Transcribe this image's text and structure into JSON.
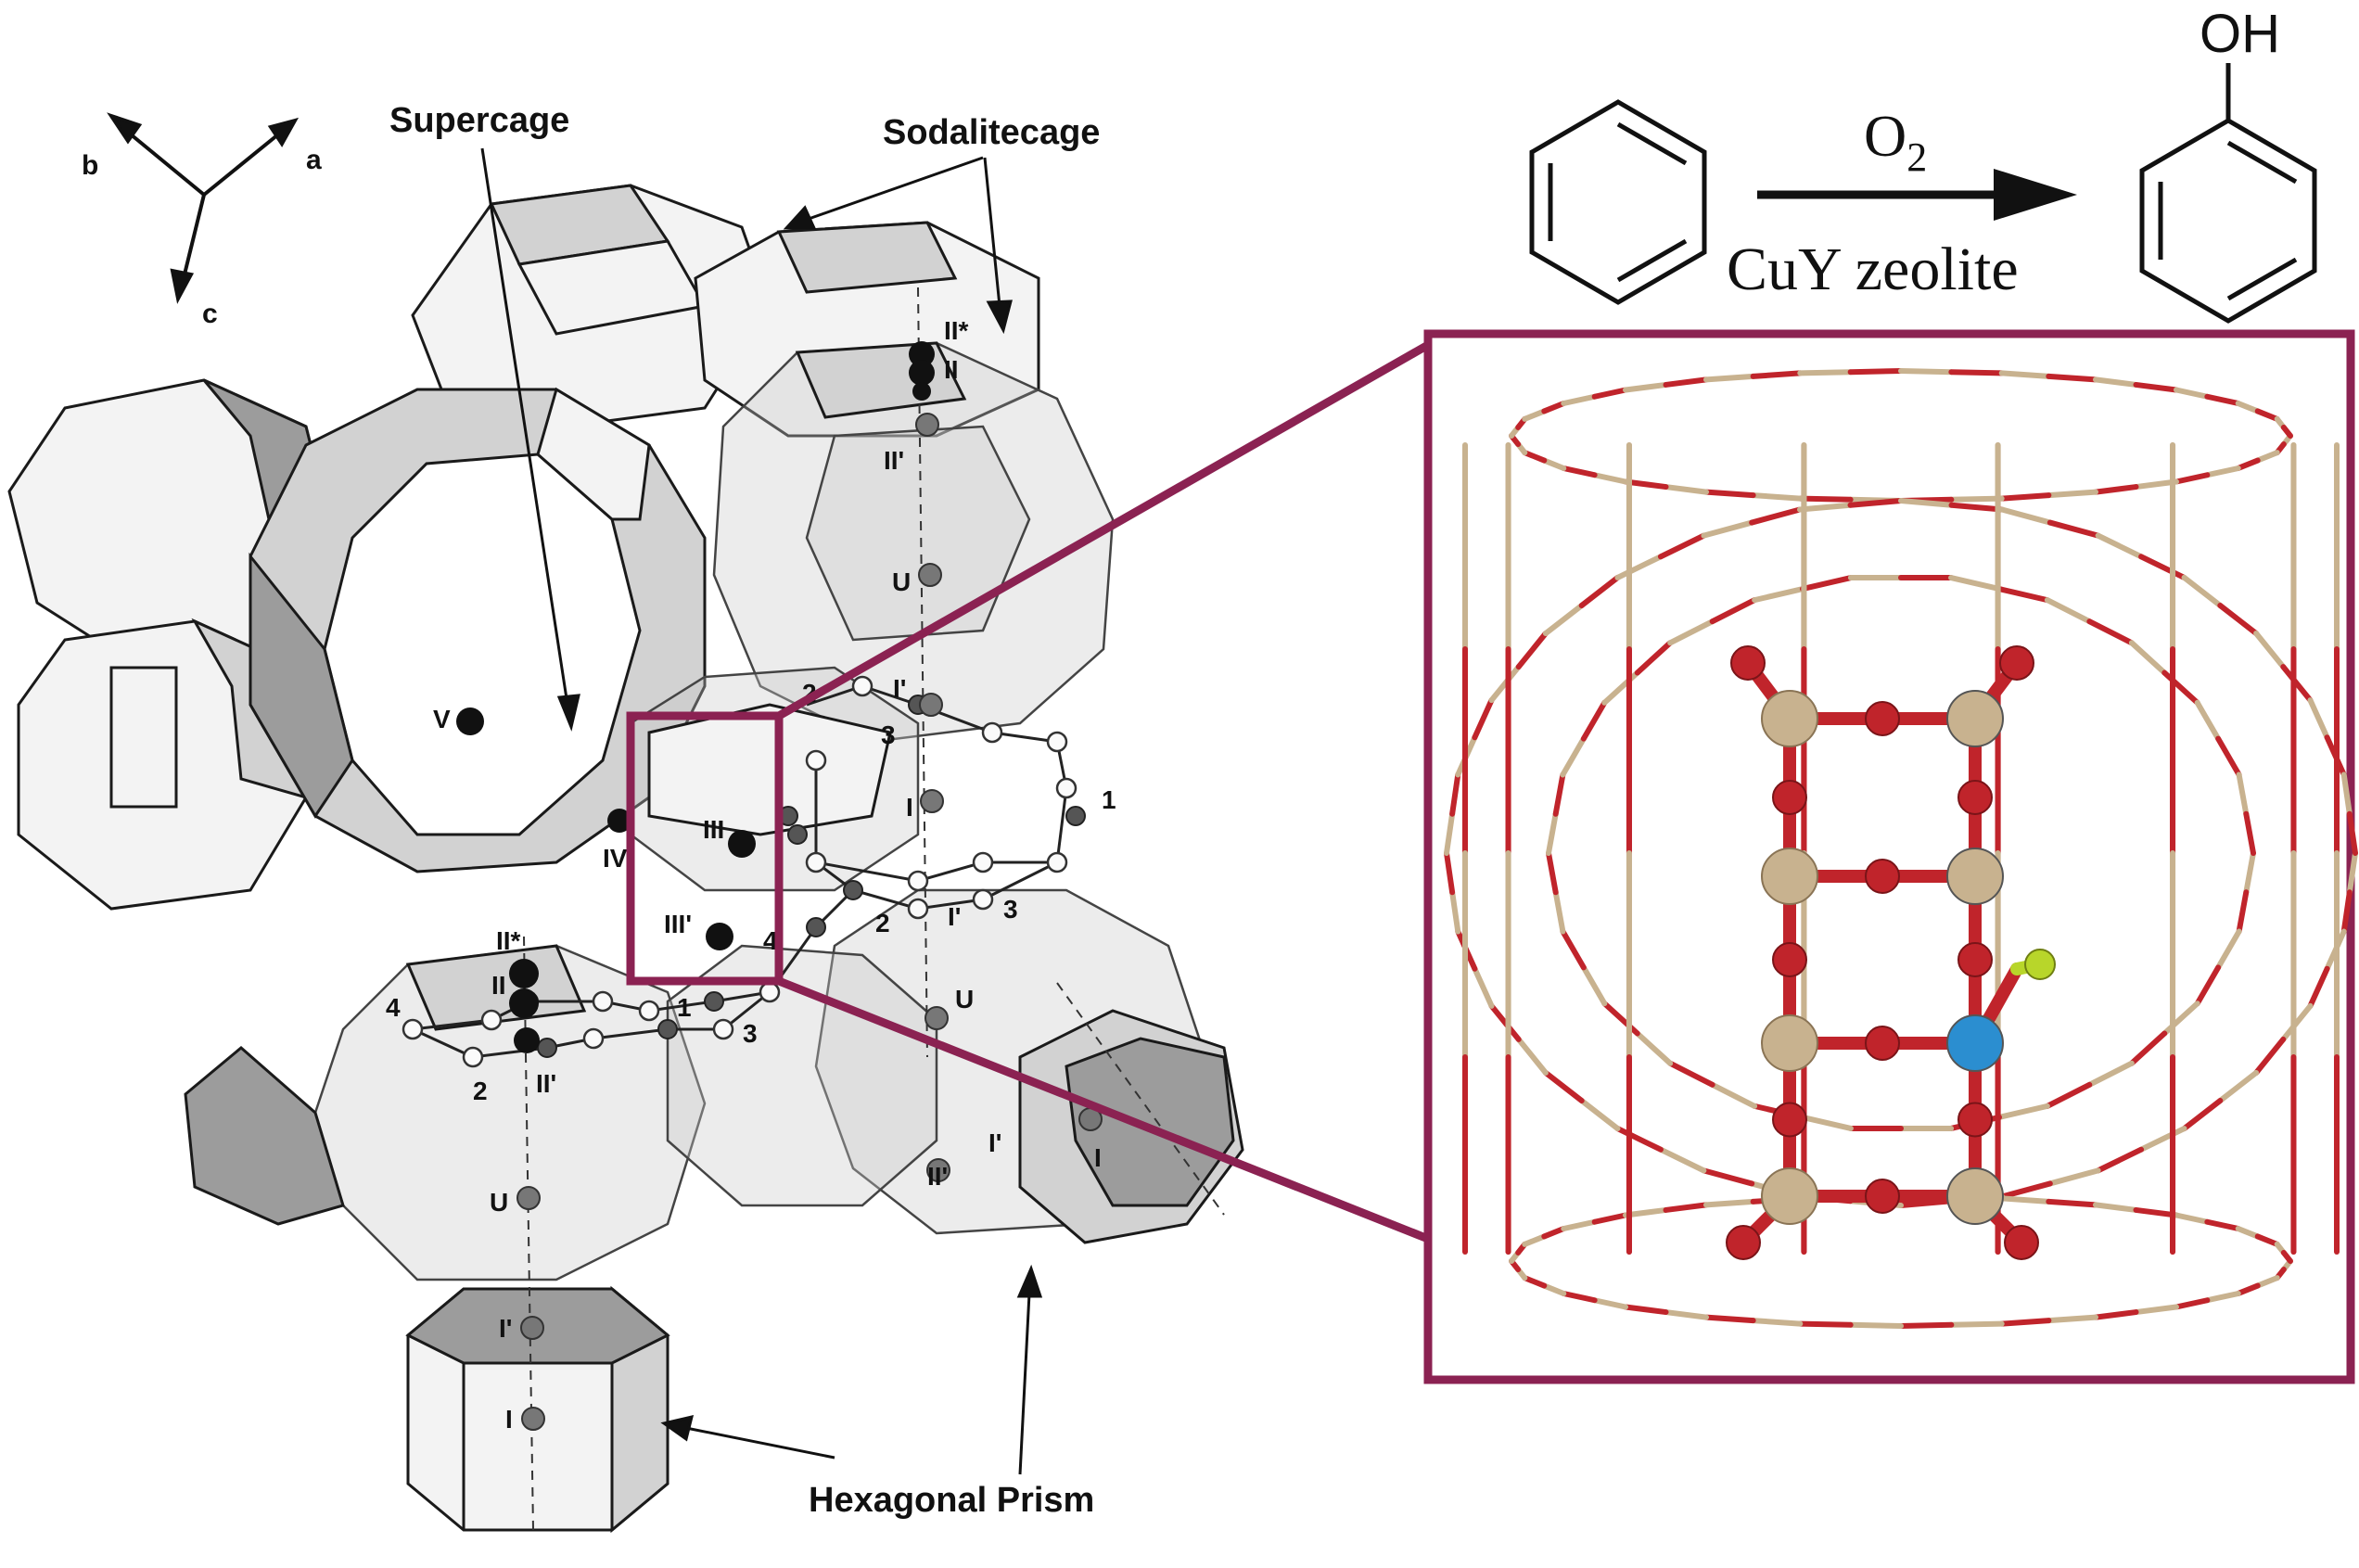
{
  "labels": {
    "supercage": "Supercage",
    "sodalitecage": "Sodalitecage",
    "hexagonal_prism": "Hexagonal Prism"
  },
  "axes": {
    "a": "a",
    "b": "b",
    "c": "c"
  },
  "cation_sites": {
    "V": "V",
    "III": "III",
    "III_prime": "III'",
    "IV": "IV",
    "II_star": "II*",
    "II": "II",
    "II_prime": "II'",
    "U": "U",
    "I_prime": "I'",
    "I": "I"
  },
  "ring_numbers": [
    "1",
    "2",
    "3",
    "4"
  ],
  "reaction": {
    "product_group": "OH",
    "oxidant_main": "O",
    "oxidant_sub": "2",
    "catalyst": "CuY zeolite"
  },
  "colors": {
    "inset_border": "#8b2252",
    "oxygen": "#c0242b",
    "silicon": "#c8b28f",
    "copper": "#2b8ed0",
    "fluorine": "#b8d62a"
  }
}
